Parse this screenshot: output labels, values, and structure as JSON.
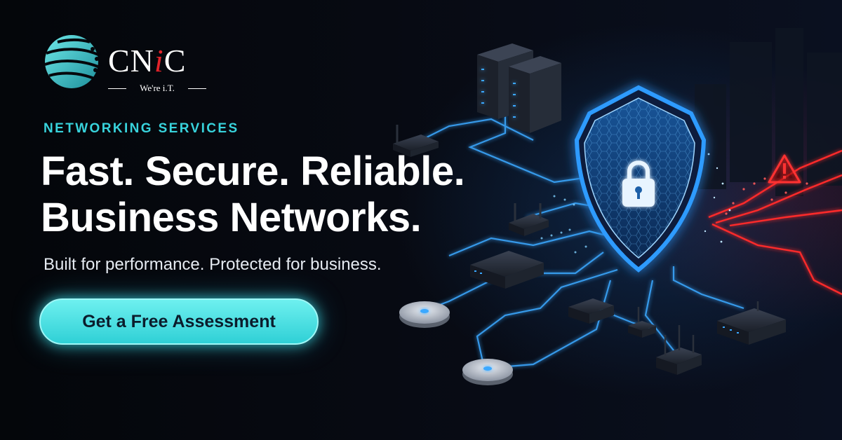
{
  "brand": {
    "name_prefix": "CN",
    "name_accent": "i",
    "name_suffix": "C",
    "tagline": "We're i.T.",
    "logo_icon": "globe-icon"
  },
  "hero": {
    "eyebrow": "NETWORKING SERVICES",
    "headline_line1": "Fast. Secure. Reliable.",
    "headline_line2": "Business Networks.",
    "subhead": "Built for performance. Protected for business.",
    "cta_label": "Get a Free Assessment"
  },
  "illustration": {
    "icons": [
      "server-rack-icon",
      "shield-lock-icon",
      "warning-triangle-icon",
      "router-icon",
      "switch-icon",
      "access-point-icon"
    ]
  },
  "colors": {
    "accent_cyan": "#38d3dc",
    "shield_blue": "#2f9bff",
    "threat_red": "#ff2a2a",
    "logo_red": "#e2232a",
    "background": "#05070c"
  }
}
